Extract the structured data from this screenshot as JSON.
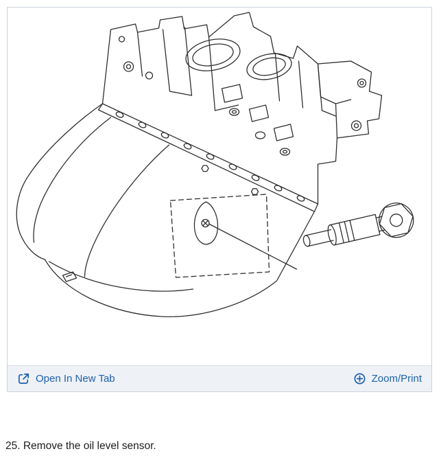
{
  "viewer": {
    "toolbar": {
      "open_in_new_tab_label": "Open In New Tab",
      "zoom_print_label": "Zoom/Print"
    }
  },
  "caption": {
    "text": "25. Remove the oil level sensor."
  },
  "colors": {
    "link_blue": "#1d60ac",
    "toolbar_background": "#eef1f6",
    "viewer_border": "#ccd3db",
    "line_art": "#2e2e2e",
    "page_background": "#ffffff"
  },
  "icons": {
    "open_in_new_tab": "open-in-new-tab-icon",
    "zoom_print": "circle-plus-icon"
  }
}
